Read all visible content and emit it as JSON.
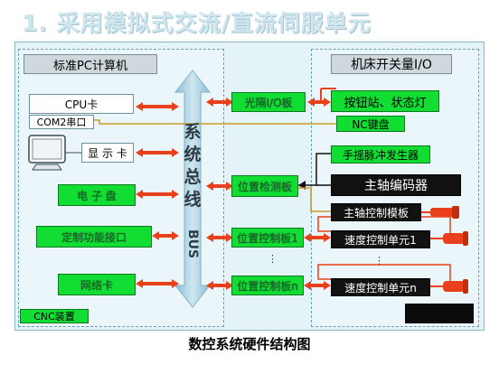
{
  "title": "1.  采用模拟式交流/直流伺服单元",
  "caption": "数控系统硬件结构图",
  "left_panel": {
    "header": "标准PC计算机",
    "cpu": "CPU卡",
    "com": "COM2串口",
    "display": "显 示 卡",
    "disk": "电 子 盘",
    "func": "定制功能接口",
    "net": "网络卡",
    "footer": "CNC装置"
  },
  "bus": {
    "chars": [
      "系",
      "统",
      "总",
      "线"
    ],
    "en": "BUS"
  },
  "middle": {
    "io": "光隔I/O板",
    "pos": "位置检测板",
    "ctrl1": "位置控制板1",
    "ctrln": "位置控制板n"
  },
  "right_panel": {
    "header": "机床开关量I/O",
    "buttons": "按钮站、状态灯",
    "nc_kbd": "NC键盘",
    "handwheel": "手摇脉冲发生器",
    "encoder": "主轴编码器",
    "spindle": "主轴控制模板",
    "speed1": "速度控制单元1",
    "speedn": "速度控制单元n"
  },
  "ellipsis": "⋮",
  "colors": {
    "green": "#11dd33",
    "arrow_red": "#e8401a",
    "bus_blue": "#a9cfe0"
  }
}
